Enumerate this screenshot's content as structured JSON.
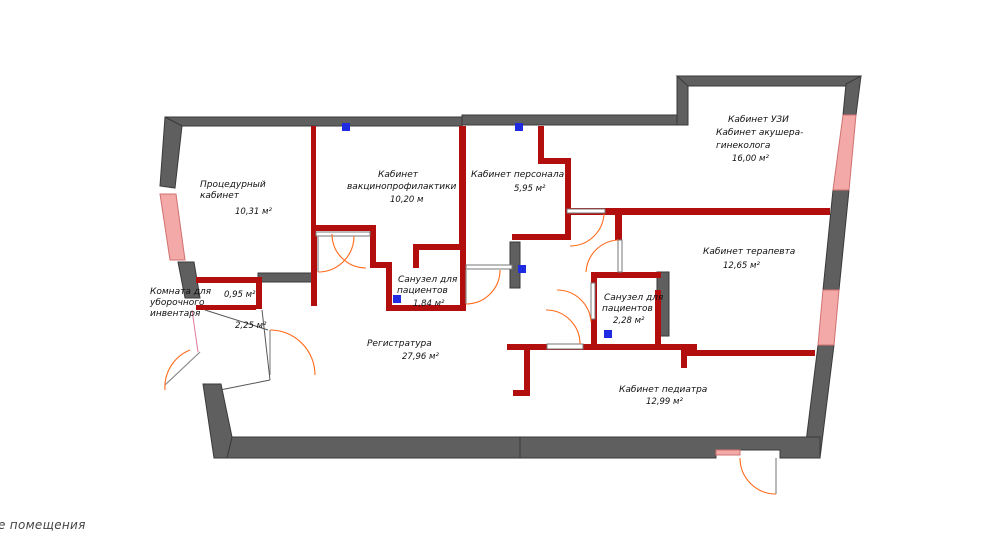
{
  "plan": {
    "caption": "е помещения",
    "rooms": {
      "procedural": {
        "name_1": "Процедурный",
        "name_2": "кабинет",
        "area": "10,31 м²"
      },
      "vaccination": {
        "name_1": "Кабинет",
        "name_2": "вакцинопрофилактики",
        "area": "10,20 м"
      },
      "staff": {
        "name": "Кабинет персонала",
        "area": "5,95 м²"
      },
      "ultrasound": {
        "name_1": "Кабинет УЗИ",
        "name_2": "Кабинет акушера-",
        "name_3": "гинеколога",
        "area": "16,00 м²"
      },
      "wc_patients_1": {
        "name_1": "Санузел для",
        "name_2": "пациентов",
        "area": "1,84 м²"
      },
      "therapist": {
        "name": "Кабинет терапевта",
        "area": "12,65 м²"
      },
      "cleaning": {
        "name_1": "Комната для",
        "name_2": "уборочного",
        "name_3": "инвентаря",
        "area": "0,95 м²"
      },
      "small": {
        "area": "2,25 м²"
      },
      "wc_patients_2": {
        "name_1": "Санузел для",
        "name_2": "пациентов",
        "area": "2,28 м²"
      },
      "reception": {
        "name": "Регистратура",
        "area": "27,96 м²"
      },
      "pediatrician": {
        "name": "Кабинет педиатра",
        "area": "12,99 м²"
      }
    }
  }
}
